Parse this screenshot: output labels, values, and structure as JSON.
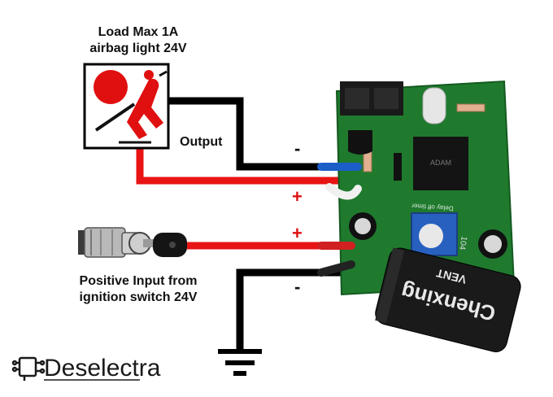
{
  "diagram": {
    "load_label_line1": "Load Max 1A",
    "load_label_line2": "airbag light 24V",
    "output_label": "Output",
    "input_label_line1": "Positive Input from",
    "input_label_line2": "ignition switch 24V",
    "signs": {
      "out_minus": "-",
      "out_plus": "+",
      "in_plus": "+",
      "in_minus": "-"
    },
    "pcb_text": {
      "chip": "ADAM",
      "timer": "Delay off timer",
      "pot": "104",
      "cap_brand": "Chenxing",
      "cap_vent": "VENT"
    }
  },
  "brand": {
    "name": "Deselectra"
  },
  "colors": {
    "wire_black": "#000000",
    "wire_red": "#e81414",
    "pcb_green": "#1f7a2e",
    "airbag_red": "#e01010"
  }
}
